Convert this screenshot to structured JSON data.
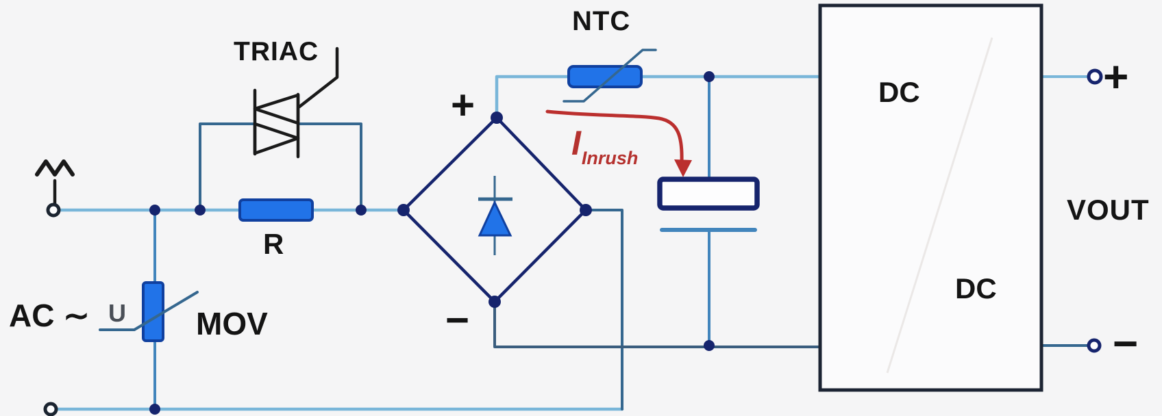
{
  "colors": {
    "background": "#f5f5f6",
    "wire_light": "#79b6d9",
    "wire_mid": "#4285bc",
    "wire_steel": "#35678f",
    "wire_dark": "#3a5d7e",
    "navy": "#16246d",
    "component_fill": "#2173e8",
    "component_border": "#10409f",
    "outline_black": "#1a1a1a",
    "arrow_red": "#bb2f2e",
    "text_black": "#141414",
    "text_red": "#b5322f",
    "box_border": "#1c2433"
  },
  "labels": {
    "triac": "TRIAC",
    "resistor": "R",
    "ac_source": "AC ∼",
    "varistor_voltage": "U",
    "varistor": "MOV",
    "thermistor": "NTC",
    "bridge_positive": "+",
    "bridge_negative": "−",
    "inrush_symbol": "I",
    "inrush_subscript": "Inrush",
    "converter_primary": "DC",
    "converter_secondary": "DC",
    "output_voltage": "VOUT",
    "output_positive": "+",
    "output_negative": "−"
  }
}
